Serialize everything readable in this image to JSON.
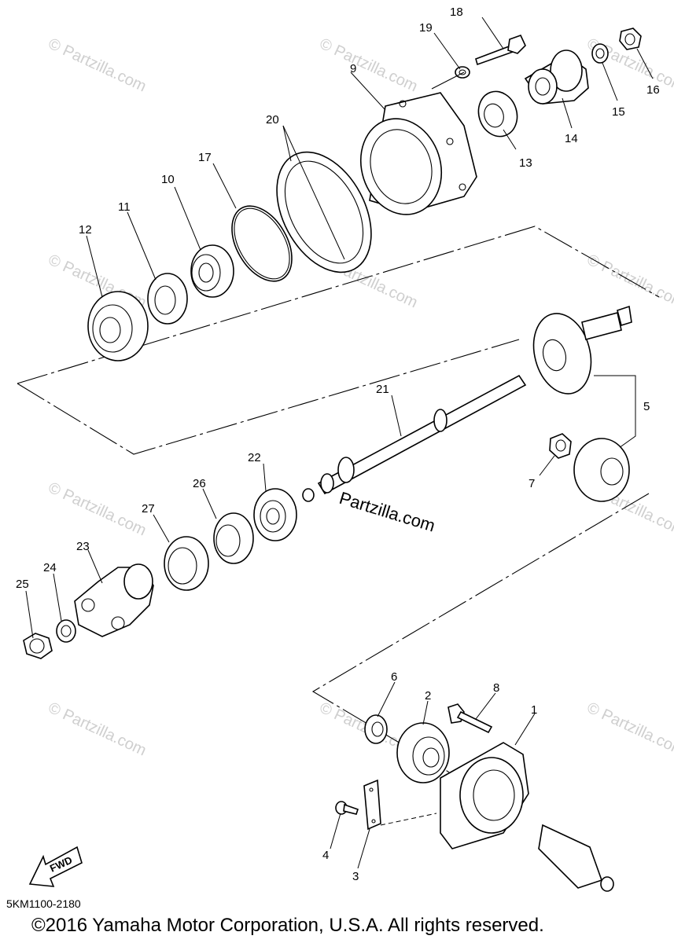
{
  "diagram": {
    "watermark_text": "© Partzilla.com",
    "brand_text": "Partzilla.com",
    "fwd_label": "FWD",
    "diagram_code": "5KM1100-2180",
    "copyright": "©2016 Yamaha Motor Corporation, U.S.A. All rights reserved.",
    "callouts": {
      "c1": "1",
      "c2": "2",
      "c3": "3",
      "c4": "4",
      "c5": "5",
      "c6": "6",
      "c7": "7",
      "c8": "8",
      "c9": "9",
      "c10": "10",
      "c11": "11",
      "c12": "12",
      "c13": "13",
      "c14": "14",
      "c15": "15",
      "c16": "16",
      "c17": "17",
      "c18": "18",
      "c19": "19",
      "c20": "20",
      "c21": "21",
      "c22": "22",
      "c23": "23",
      "c24": "24",
      "c25": "25",
      "c26": "26",
      "c27": "27"
    }
  }
}
